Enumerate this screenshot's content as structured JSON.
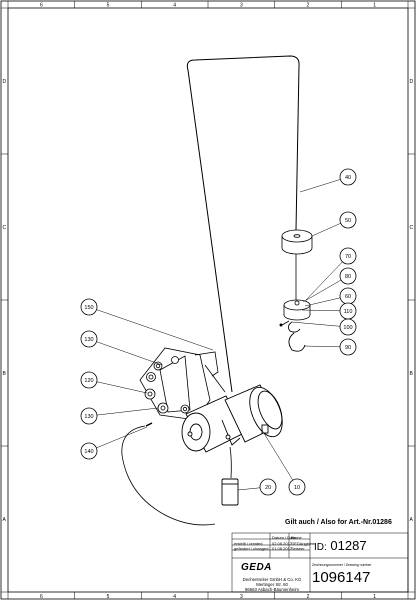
{
  "frame": {
    "top_zone_numbers": [
      "6",
      "5",
      "4",
      "3",
      "2",
      "1"
    ],
    "bottom_zone_numbers": [
      "6",
      "5",
      "4",
      "3",
      "2",
      "1"
    ],
    "left_zone_letters": [
      "D",
      "C",
      "B",
      "A"
    ],
    "right_zone_letters": [
      "D",
      "C",
      "B",
      "A"
    ]
  },
  "callouts": [
    "40",
    "50",
    "70",
    "80",
    "60",
    "110",
    "100",
    "90",
    "150",
    "130",
    "120",
    "130",
    "140",
    "20",
    "10"
  ],
  "note": "Gilt auch / Also for Art.-Nr.01286",
  "title_block": {
    "datum_header": "Datum / Date",
    "name_header": "Name",
    "created_label": "erstellt / created",
    "created_date": "02.08.2017",
    "created_name": "GEDAngeleer",
    "changed_label": "geändert / changed",
    "changed_date": "01.08.2017",
    "changed_name": "Seiseer",
    "logo": "GEDA",
    "company_lines": [
      "Dechentreiter GmbH & Co. KG",
      "Mertinger Str. 60",
      "86663 Asbach-Bäumenheim"
    ],
    "id_label": "ID:",
    "id_value": "01287",
    "drawing_number_label": "Zeichnungsnummer / Drawing number",
    "drawing_number": "1096147"
  }
}
